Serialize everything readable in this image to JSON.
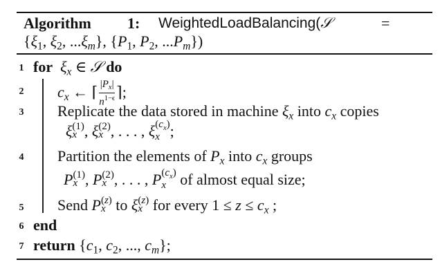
{
  "algorithm": {
    "label": "Algorithm",
    "number": "1:",
    "name": "WeightedLoadBalancing(",
    "set_symbol": "𝒮",
    "equals": "=",
    "args_line": "{ξ1, ξ2, ...ξm}, {P1, P2, ...Pm})"
  },
  "lines": [
    {
      "num": "1",
      "keyword": "for",
      "text": "ξx ∈ 𝒮",
      "keyword_end": "do"
    },
    {
      "num": "2",
      "text": "cx ← ⌈ |Px| / n^(1−ϵ) ⌉;"
    },
    {
      "num": "3",
      "text": "Replicate the data stored in machine ξx into cx copies",
      "continuation": "ξx(1), ξx(2), . . . , ξx(cx);"
    },
    {
      "num": "4",
      "text": "Partition the elements of Px into cx groups",
      "continuation": "Px(1), Px(2), . . . , Px(cx) of almost equal size;"
    },
    {
      "num": "5",
      "text": "Send Px(z) to ξx(z) for every 1 ≤ z ≤ cx ;"
    },
    {
      "num": "6",
      "keyword": "end"
    },
    {
      "num": "7",
      "keyword": "return",
      "text": "{c1, c2, ..., cm};"
    }
  ],
  "words": {
    "l3a": "Replicate the data stored in machine",
    "into": "into",
    "copies": "copies",
    "l4a": "Partition the elements of",
    "groups": "groups",
    "equal": "of almost equal size;",
    "send": "Send",
    "to": "to",
    "forevery": "for every 1 ≤",
    "le": "≤"
  }
}
